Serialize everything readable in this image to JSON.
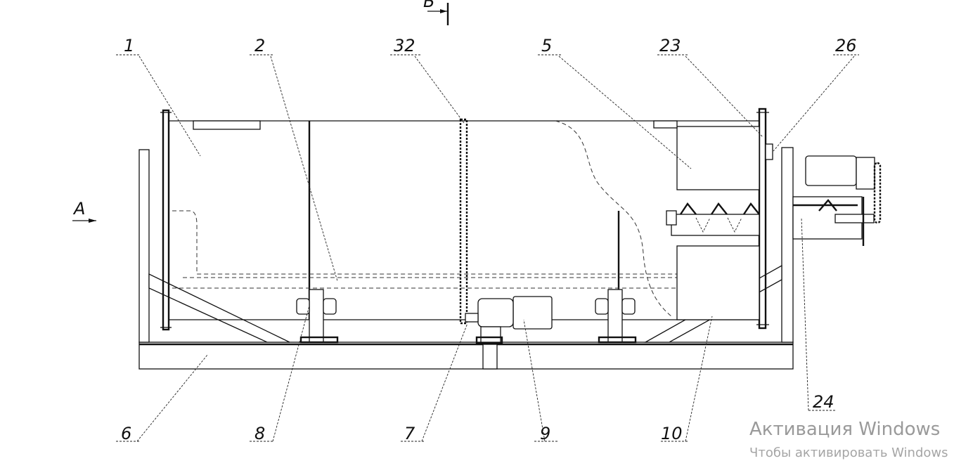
{
  "section_marker": "Б",
  "view_arrow": "А",
  "callouts_top": [
    "1",
    "2",
    "32",
    "5",
    "23",
    "26"
  ],
  "callouts_bottom": [
    "6",
    "8",
    "7",
    "9",
    "10",
    "24"
  ],
  "watermark": {
    "title": "Активация Windows",
    "subtitle": "Чтобы активировать Windows"
  }
}
